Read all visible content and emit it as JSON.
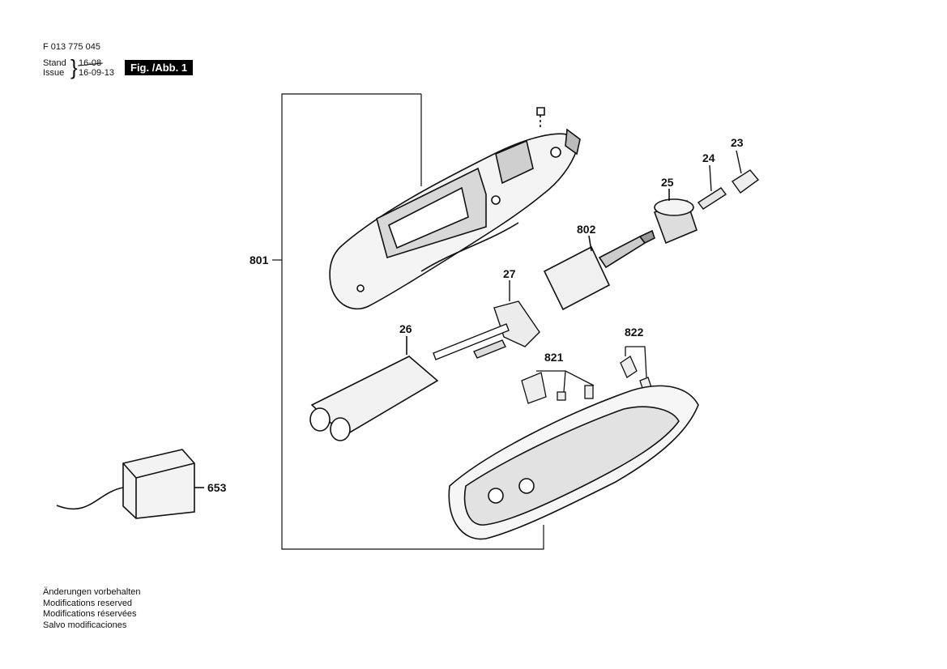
{
  "header": {
    "doc_number": "F 013 775 045",
    "stand_label": "Stand",
    "issue_label": "Issue",
    "stand_date": "16-08",
    "issue_date": "16-09-13",
    "figure_label": "Fig. /Abb. 1"
  },
  "part_labels": {
    "p801": "801",
    "p23": "23",
    "p24": "24",
    "p25": "25",
    "p802": "802",
    "p27": "27",
    "p26": "26",
    "p822": "822",
    "p821": "821",
    "p653": "653"
  },
  "notes": [
    "Änderungen vorbehalten",
    "Modifications reserved",
    "Modifications réservées",
    "Salvo modificaciones"
  ]
}
